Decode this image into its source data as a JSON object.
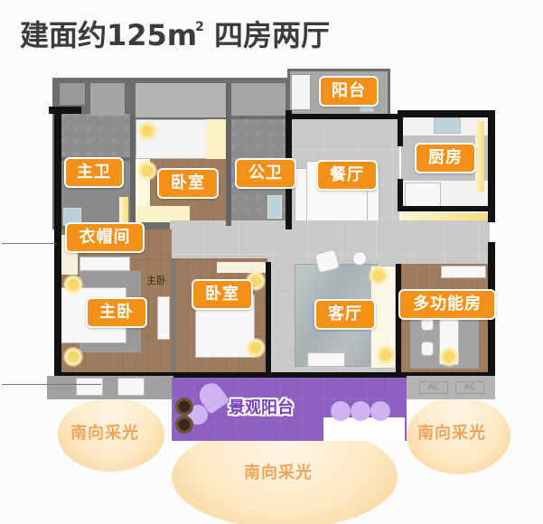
{
  "title": {
    "prefix": "建面约125m",
    "superscript": "2",
    "suffix": " 四房两厅"
  },
  "rooms": {
    "balcony": "阳台",
    "master_bath": "主卫",
    "bedroom_top": "卧室",
    "public_bath": "公卫",
    "dining": "餐厅",
    "kitchen": "厨房",
    "walk_in_closet": "衣帽间",
    "master_bedroom": "主卧",
    "bedroom_bottom": "卧室",
    "living": "客厅",
    "multi_room": "多功能房",
    "view_balcony": "景观阳台"
  },
  "floor_annotations": {
    "master_small": "主卧",
    "ac_left": "AC",
    "ac_right": "AC"
  },
  "sunlight": {
    "left": "南向采光",
    "center": "南向采光",
    "right": "南向采光"
  },
  "colors": {
    "label_orange": "#f39018",
    "balcony_purple": "#8c5fc0",
    "sun_text": "#f0a55e",
    "title_text": "#3c3c3c"
  }
}
